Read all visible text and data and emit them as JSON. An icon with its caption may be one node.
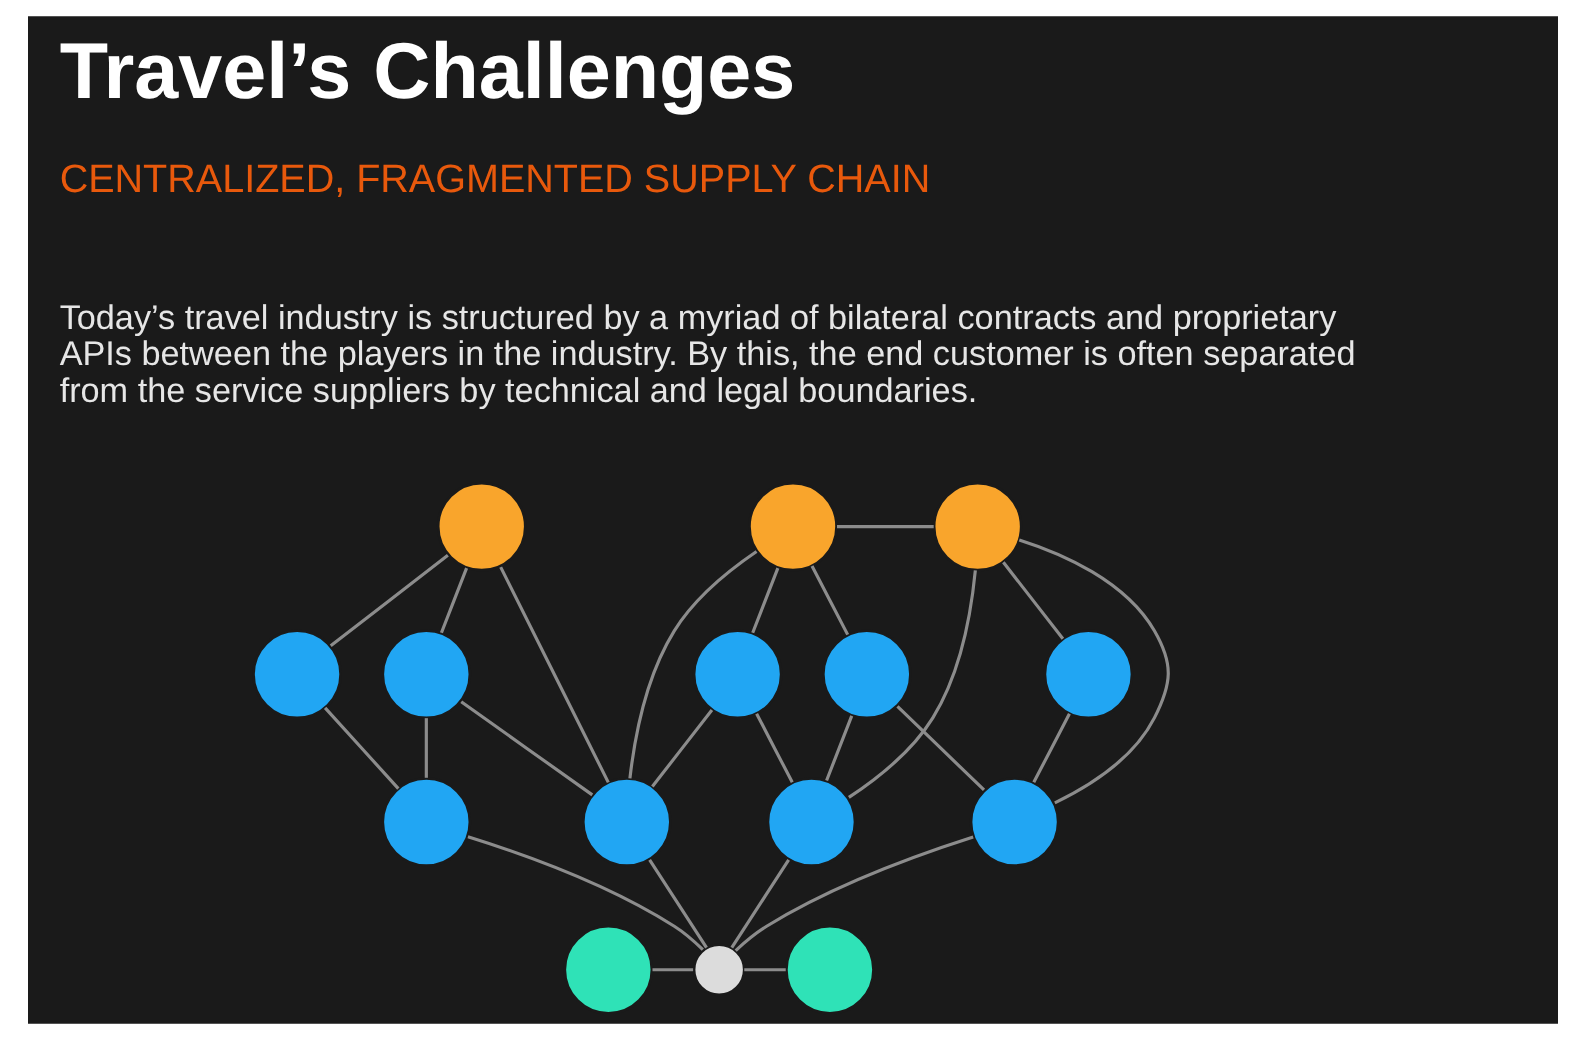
{
  "diagram": {
    "title": "Travel’s Challenges",
    "nodes": [
      {
        "text": [],
        "shape": "circle"
      },
      {
        "text": [],
        "shape": "circle"
      },
      {
        "text": [],
        "shape": "circle"
      },
      {
        "text": [],
        "shape": "circle"
      },
      {
        "text": [],
        "shape": "circle"
      },
      {
        "text": [],
        "shape": "circle"
      },
      {
        "text": [],
        "shape": "circle"
      },
      {
        "text": [],
        "shape": "circle"
      },
      {
        "text": [],
        "shape": "circle"
      },
      {
        "text": [],
        "shape": "circle"
      },
      {
        "text": [],
        "shape": "circle"
      },
      {
        "text": [],
        "shape": "circle"
      },
      {
        "text": [],
        "shape": "circle"
      },
      {
        "text": [],
        "shape": "circle"
      },
      {
        "text": [],
        "shape": "circle"
      }
    ],
    "edges": [
      {
        "from": 0,
        "to": 3,
        "arrow": "none"
      },
      {
        "from": 0,
        "to": 4,
        "arrow": "none"
      },
      {
        "from": 0,
        "to": 9,
        "arrow": "none"
      },
      {
        "from": 1,
        "to": 2,
        "arrow": "none"
      },
      {
        "from": 1,
        "to": 5,
        "arrow": "none"
      },
      {
        "from": 1,
        "to": 6,
        "arrow": "none"
      },
      {
        "from": 1,
        "to": 9,
        "arrow": "none"
      },
      {
        "from": 2,
        "to": 10,
        "arrow": "none"
      },
      {
        "from": 2,
        "to": 7,
        "arrow": "none"
      },
      {
        "from": 2,
        "to": 11,
        "arrow": "none"
      },
      {
        "from": 3,
        "to": 8,
        "arrow": "none"
      },
      {
        "from": 4,
        "to": 8,
        "arrow": "none"
      },
      {
        "from": 4,
        "to": 9,
        "arrow": "none"
      },
      {
        "from": 5,
        "to": 9,
        "arrow": "none"
      },
      {
        "from": 5,
        "to": 10,
        "arrow": "none"
      },
      {
        "from": 6,
        "to": 10,
        "arrow": "none"
      },
      {
        "from": 6,
        "to": 11,
        "arrow": "none"
      },
      {
        "from": 7,
        "to": 11,
        "arrow": "none"
      },
      {
        "from": 8,
        "to": 13,
        "arrow": "none"
      },
      {
        "from": 9,
        "to": 13,
        "arrow": "none"
      },
      {
        "from": 10,
        "to": 13,
        "arrow": "none"
      },
      {
        "from": 11,
        "to": 13,
        "arrow": "none"
      },
      {
        "from": 12,
        "to": 13,
        "arrow": "none"
      },
      {
        "from": 13,
        "to": 14,
        "arrow": "none"
      }
    ],
    "labels": [
      "CENTRALIZED, FRAGMENTED SUPPLY CHAIN",
      "Today’s travel industry is structured by a myriad of bilateral contracts and proprietary APIs between the players in the industry. By this, the end customer is often separated from the service suppliers by technical and legal boundaries."
    ]
  }
}
